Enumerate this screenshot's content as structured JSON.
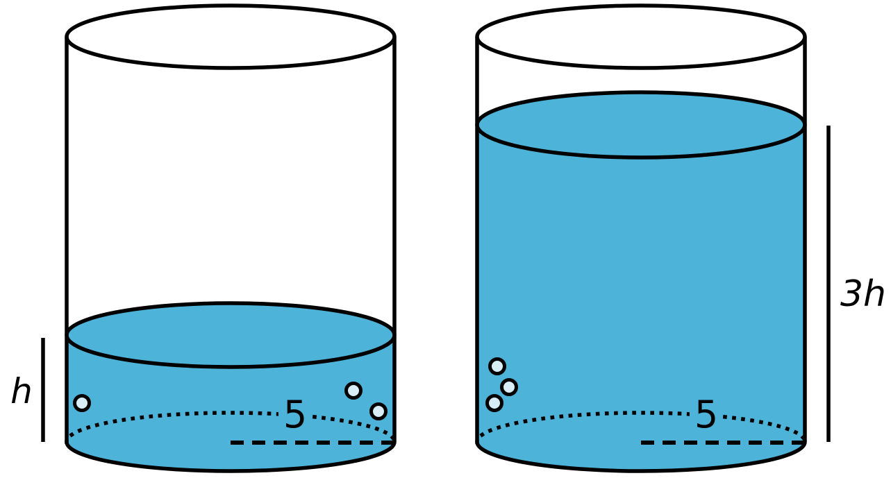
{
  "figure": {
    "colors": {
      "water": "#4db3d9",
      "bubble_fill": "#d8edf5",
      "outline": "#000000"
    },
    "left_cylinder": {
      "height_label": "h",
      "radius_label": "5"
    },
    "right_cylinder": {
      "height_label": "3h",
      "radius_label": "5"
    }
  }
}
